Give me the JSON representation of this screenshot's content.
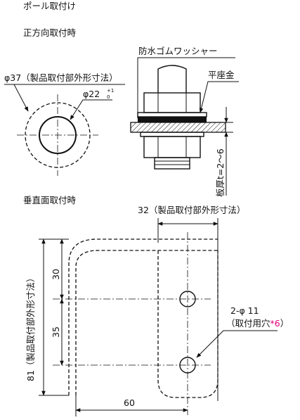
{
  "titles": {
    "pole_mount": "ポール取付け",
    "frontal_mount": "正方向取付時",
    "vertical_mount": "垂直面取付時"
  },
  "labels": {
    "outer_diameter": "φ37（製品取付部外形寸法）",
    "inner_diameter": "φ22",
    "inner_tol_upper": "+1",
    "inner_tol_lower": "0",
    "waterproof_washer": "防水ゴムワッシャー",
    "flat_washer": "平座金",
    "plate_thickness": "板厚t=2～6",
    "width_dim": "32（製品取付部外形寸法）",
    "height_dim": "81（製品取付部外形寸法）",
    "dim_30": "30",
    "dim_35": "35",
    "dim_60": "60",
    "hole_spec": "2-φ 11",
    "hole_use_prefix": "（取付用穴",
    "hole_use_ref": "*6",
    "hole_use_suffix": "）"
  },
  "colors": {
    "line": "#111111",
    "accent": "#e6007e"
  }
}
